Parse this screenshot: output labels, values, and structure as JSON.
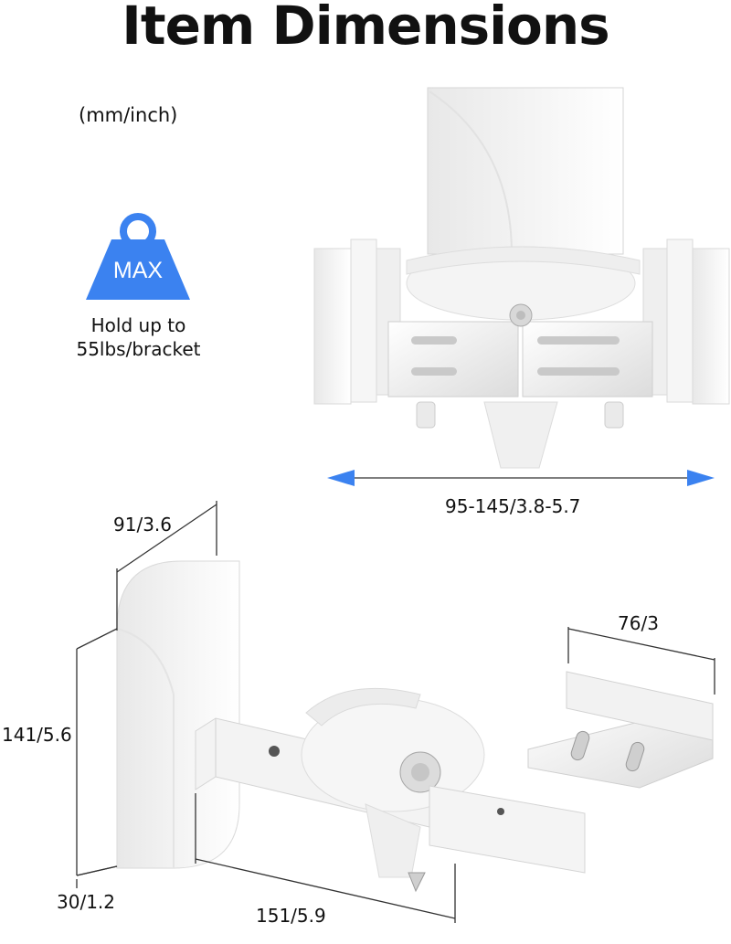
{
  "title": "Item Dimensions",
  "units": "(mm/inch)",
  "weight_badge": {
    "label": "MAX",
    "color": "#3b82f0",
    "icon": "weight-icon"
  },
  "capacity": {
    "line1": "Hold up to",
    "line2": "55lbs/bracket"
  },
  "dimensions": {
    "adjust_width": "95-145/3.8-5.7",
    "depth_top": "91/3.6",
    "plate_width": "76/3",
    "height": "141/5.6",
    "base_depth": "30/1.2",
    "arm_length": "151/5.9"
  },
  "colors": {
    "arrow": "#3b82f0",
    "line": "#333333",
    "product": "#f2f2f2",
    "shade": "#d9d9d9"
  }
}
